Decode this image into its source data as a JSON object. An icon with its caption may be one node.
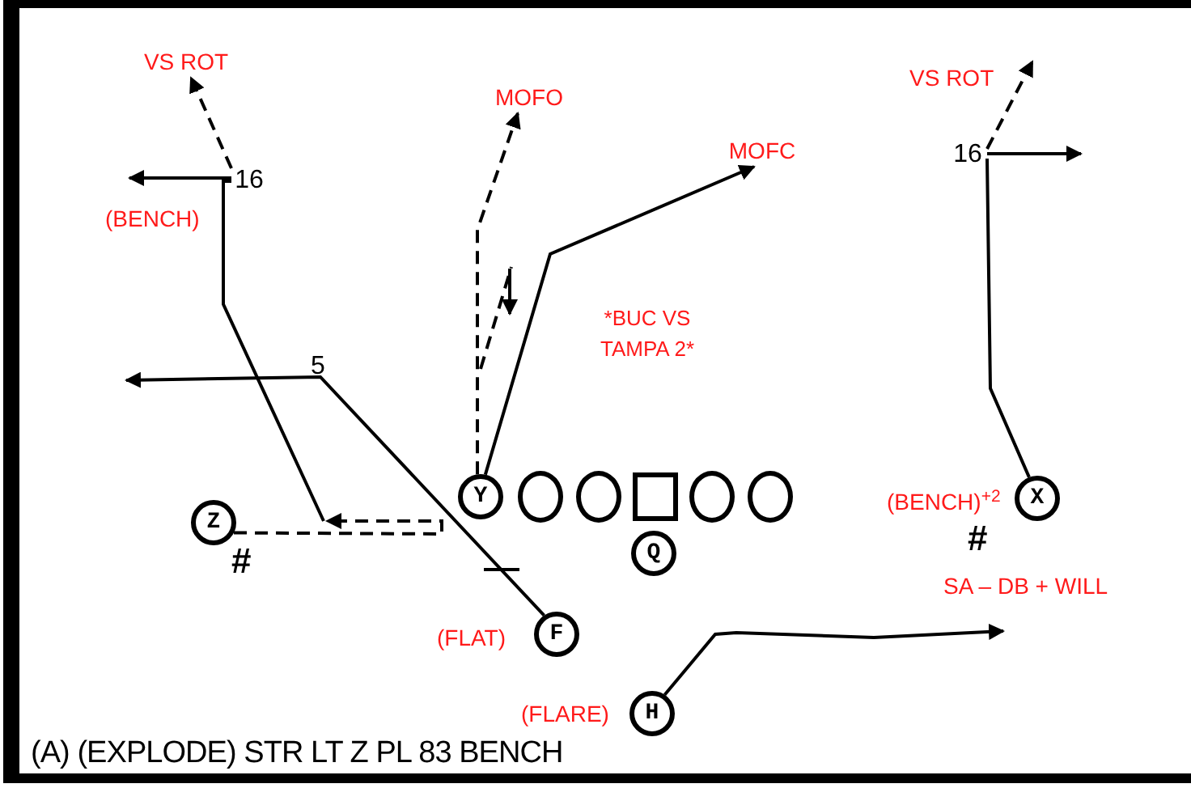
{
  "diagram": {
    "caption": "(A) (EXPLODE) STR LT Z PL 83 BENCH",
    "nodes": [
      {
        "text": [
          "VS ROT"
        ]
      },
      {
        "text": [
          "MOFO"
        ]
      },
      {
        "text": [
          "MOFC"
        ]
      },
      {
        "text": [
          "16"
        ]
      },
      {
        "text": [
          "16"
        ]
      },
      {
        "text": [
          "Z"
        ]
      },
      {
        "text": [
          "Y"
        ]
      },
      {
        "text": [],
        "shape": "circle"
      },
      {
        "text": [],
        "shape": "circle"
      },
      {
        "text": [],
        "shape": "box"
      },
      {
        "text": [],
        "shape": "circle"
      },
      {
        "text": [],
        "shape": "circle"
      },
      {
        "text": [
          "Q"
        ]
      },
      {
        "text": [
          "F"
        ],
        "beside": [
          "(FLAT)"
        ]
      },
      {
        "text": [
          "H"
        ],
        "beside": [
          "(FLARE)"
        ]
      },
      {
        "text": [
          "X"
        ],
        "beside": [
          "(BENCH)$^{+2}$"
        ]
      }
    ],
    "edges": [
      {
        "from": 5,
        "to": null,
        "arrow": "to",
        "style": "dashed"
      },
      {
        "from": null,
        "to": 4,
        "arrow": "none"
      },
      {
        "from": 4,
        "to": null,
        "arrow": "to"
      },
      {
        "from": 4,
        "to": 0,
        "arrow": "to",
        "style": "dashed"
      },
      {
        "from": 6,
        "to": 1,
        "arrow": "to",
        "style": "dashed"
      },
      {
        "from": 6,
        "to": 2,
        "arrow": "to"
      },
      {
        "from": 13,
        "to": null,
        "arrow": "to"
      },
      {
        "from": 14,
        "to": null,
        "arrow": "to"
      },
      {
        "from": 15,
        "to": 3,
        "arrow": "none"
      },
      {
        "from": 3,
        "to": null,
        "arrow": "to"
      },
      {
        "from": 3,
        "to": null,
        "arrow": "to",
        "style": "dashed"
      }
    ],
    "labels": [
      "VS ROT",
      "(BENCH)",
      "*BUC VS TAMPA 2*",
      "5",
      "#",
      "#",
      "SA – DB + WILL"
    ]
  }
}
